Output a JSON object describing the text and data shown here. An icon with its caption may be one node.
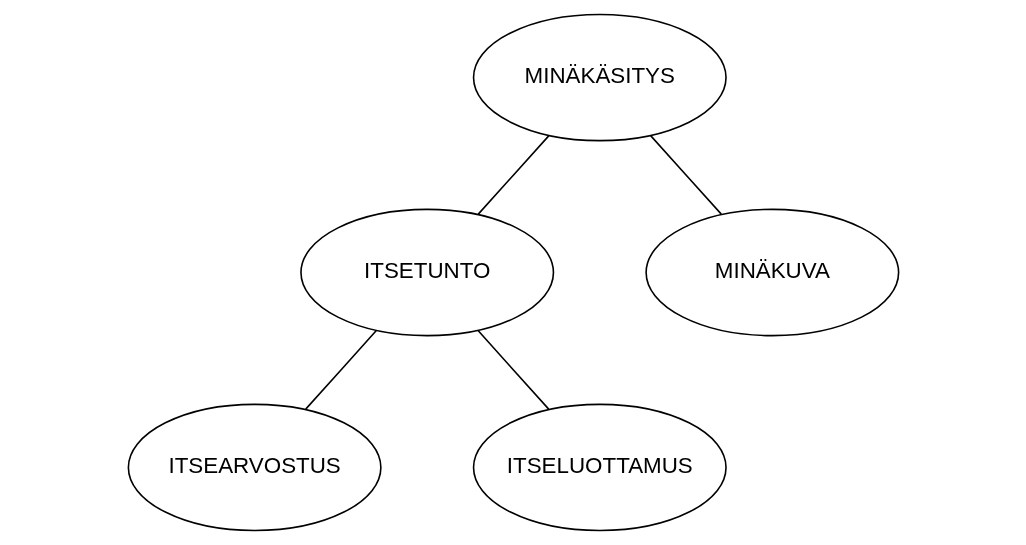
{
  "diagram": {
    "nodes": [
      {
        "text": [
          "MINÄKÄSITYS"
        ]
      },
      {
        "text": [
          "ITSETUNTO"
        ]
      },
      {
        "text": [
          "MINÄKUVA"
        ]
      },
      {
        "text": [
          "ITSEARVOSTUS"
        ]
      },
      {
        "text": [
          "ITSELUOTTAMUS"
        ]
      }
    ],
    "edges": [
      {
        "from": 0,
        "to": 1,
        "arrow": "none"
      },
      {
        "from": 0,
        "to": 2,
        "arrow": "none"
      },
      {
        "from": 1,
        "to": 3,
        "arrow": "none"
      },
      {
        "from": 1,
        "to": 4,
        "arrow": "none"
      }
    ]
  }
}
